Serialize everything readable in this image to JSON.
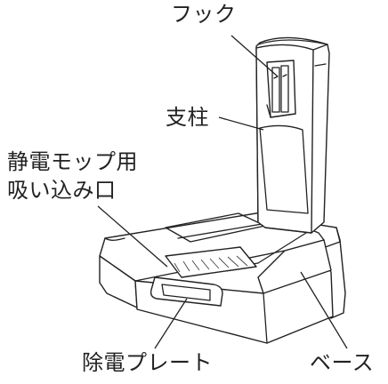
{
  "labels": {
    "hook": "フック",
    "pillar": "支柱",
    "mop_inlet_line1": "静電モップ用",
    "mop_inlet_line2": "吸い込み口",
    "plate": "除電プレート",
    "base": "ベース"
  }
}
